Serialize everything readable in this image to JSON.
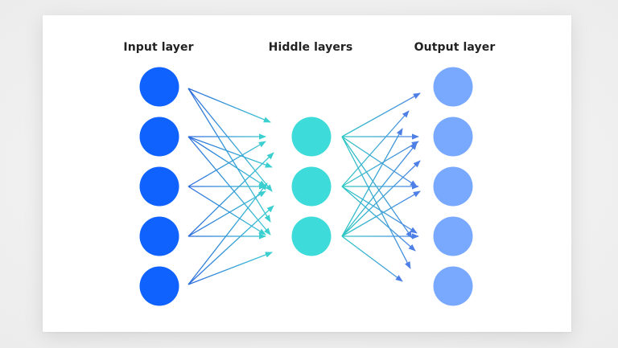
{
  "diagram": {
    "title_labels": {
      "input": "Input layer",
      "hidden": "Hiddle layers",
      "output": "Output layer"
    },
    "layers": [
      {
        "name": "input",
        "nodes": 5,
        "color": "#0f62fe"
      },
      {
        "name": "hidden",
        "nodes": 3,
        "color": "#3ddbd9"
      },
      {
        "name": "output",
        "nodes": 5,
        "color": "#78a9ff"
      }
    ],
    "edge_colors": {
      "left_start": "#2d6bdc",
      "left_end": "#3ccfd0",
      "right_start": "#2fc8c4",
      "right_end": "#4d7fe6"
    },
    "connection_style": "arrows"
  }
}
